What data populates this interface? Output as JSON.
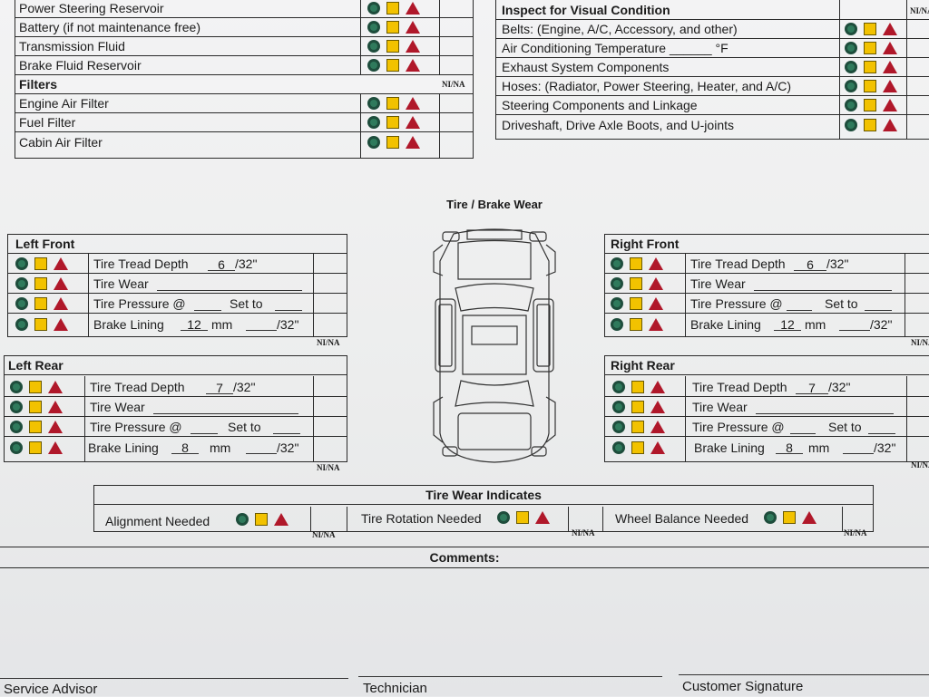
{
  "fluids": {
    "rows": [
      "Power Steering Reservoir",
      "Battery (if not maintenance free)",
      "Transmission Fluid",
      "Brake Fluid Reservoir"
    ]
  },
  "filters": {
    "title": "Filters",
    "nina": "NI/NA",
    "rows": [
      "Engine Air Filter",
      "Fuel Filter",
      "Cabin Air Filter"
    ]
  },
  "visual": {
    "title": "Inspect for Visual Condition",
    "nina": "NI/NA",
    "rows": [
      "Belts: (Engine, A/C, Accessory, and other)",
      "Air Conditioning Temperature ______ °F",
      "Exhaust System Components",
      "Hoses: (Radiator, Power Steering, Heater, and A/C)",
      "Steering Components and Linkage",
      "Driveshaft, Drive Axle Boots, and U-joints"
    ]
  },
  "tire_brake_title": "Tire / Brake Wear",
  "left_front": {
    "title": "Left Front",
    "tread_label": "Tire Tread Depth",
    "tread_value": "6",
    "tread_unit": "/32\"",
    "wear_label": "Tire Wear",
    "pressure_label": "Tire Pressure @",
    "set_to": "Set to",
    "brake_label": "Brake Lining",
    "brake_value": "12",
    "brake_mm": "mm",
    "brake_unit": "/32\"",
    "nina": "NI/NA"
  },
  "left_rear": {
    "title": "Left Rear",
    "tread_label": "Tire Tread Depth",
    "tread_value": "7",
    "tread_unit": "/32\"",
    "wear_label": "Tire Wear",
    "pressure_label": "Tire Pressure @",
    "set_to": "Set to",
    "brake_label": "Brake Lining",
    "brake_value": "8",
    "brake_mm": "mm",
    "brake_unit": "/32\"",
    "nina": "NI/NA"
  },
  "right_front": {
    "title": "Right Front",
    "tread_label": "Tire Tread Depth",
    "tread_value": "6",
    "tread_unit": "/32\"",
    "wear_label": "Tire Wear",
    "pressure_label": "Tire Pressure @",
    "set_to": "Set to",
    "brake_label": "Brake Lining",
    "brake_value": "12",
    "brake_mm": "mm",
    "brake_unit": "/32\"",
    "nina": "NI/NA"
  },
  "right_rear": {
    "title": "Right Rear",
    "tread_label": "Tire Tread Depth",
    "tread_value": "7",
    "tread_unit": "/32\"",
    "wear_label": "Tire Wear",
    "pressure_label": "Tire Pressure @",
    "set_to": "Set to",
    "brake_label": "Brake Lining",
    "brake_value": "8",
    "brake_mm": "mm",
    "brake_unit": "/32\"",
    "nina": "NI/NA"
  },
  "tire_wear_indicates": {
    "title": "Tire Wear Indicates",
    "items": [
      "Alignment Needed",
      "Tire Rotation Needed",
      "Wheel Balance Needed"
    ],
    "nina": "NI/NA"
  },
  "comments_title": "Comments:",
  "signatures": [
    "Service Advisor",
    "Technician",
    "Customer Signature"
  ],
  "colors": {
    "green": "#1e4d3c",
    "yellow": "#f2c200",
    "red": "#b0182a"
  }
}
